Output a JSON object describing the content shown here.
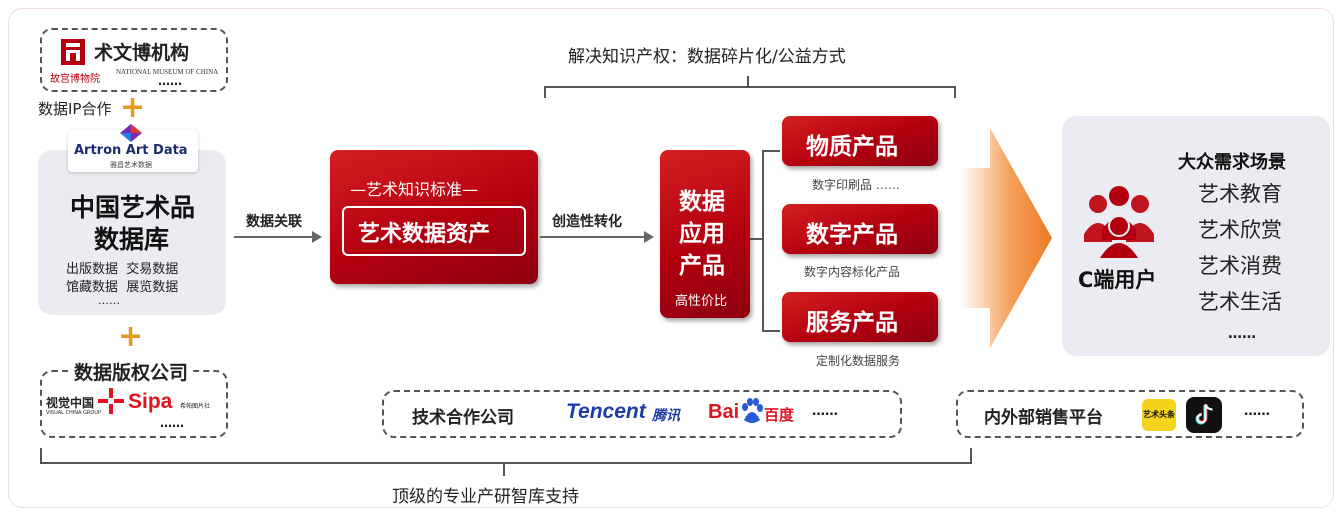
{
  "museum": {
    "name": "术文博机构",
    "caption": "NATIONAL MUSEUM OF CHINA",
    "dots": "……",
    "seal_text": "故宫博物院"
  },
  "data_ip": {
    "label": "数据IP合作"
  },
  "artron": {
    "logo": "Artron Art Data",
    "logo_sub": "雅昌艺术数据",
    "title_line1": "中国艺术品",
    "title_line2": "数据库",
    "items_row1": "出版数据  交易数据",
    "items_row2": "馆藏数据  展览数据",
    "dots": "……"
  },
  "copyright": {
    "title": "数据版权公司",
    "vcg": "视觉中国",
    "vcg_sub": "VISUAL CHINA GROUP",
    "sipa": "Sipa",
    "sipa_sub": "希帕图片社",
    "dots": "……"
  },
  "flow": {
    "link_label": "数据关联",
    "creative_label": "创造性转化"
  },
  "standard": {
    "subtitle": "—艺术知识标准—",
    "title": "艺术数据资产"
  },
  "top_bracket": {
    "label": "解决知识产权：数据碎片化/公益方式"
  },
  "app": {
    "line1": "数据",
    "line2": "应用",
    "line3": "产品",
    "sub": "高性价比"
  },
  "products": [
    {
      "name": "物质产品",
      "caption": "数字印刷品 ……"
    },
    {
      "name": "数字产品",
      "caption": "数字内容标化产品"
    },
    {
      "name": "服务产品",
      "caption": "定制化数据服务"
    }
  ],
  "users": {
    "label": "C端用户",
    "scenes_title": "大众需求场景",
    "scenes": [
      "艺术教育",
      "艺术欣赏",
      "艺术消费",
      "艺术生活"
    ],
    "dots": "……"
  },
  "tech": {
    "label": "技术合作公司",
    "tencent": "Tencent",
    "tencent_cn": "腾讯",
    "baidu": "Bai",
    "baidu_cn": "百度",
    "dots": "……"
  },
  "sales": {
    "label": "内外部销售平台",
    "app1": "艺术头条",
    "dots": "……"
  },
  "bottom": {
    "label": "顶级的专业产研智库支持"
  },
  "colors": {
    "red": "#b3000f",
    "orange": "#f08a3a",
    "plus": "#e39a1d",
    "panel": "#eaecf1"
  }
}
